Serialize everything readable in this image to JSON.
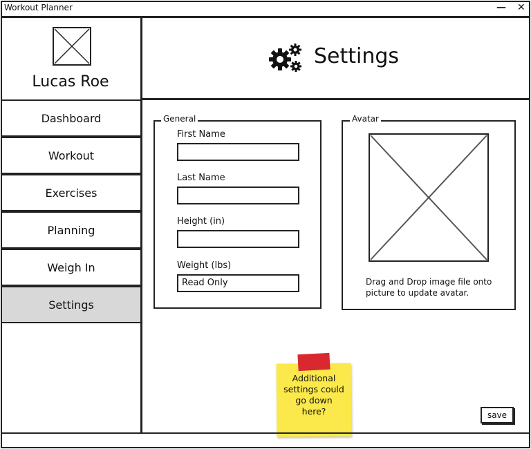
{
  "window": {
    "title": "Workout Planner",
    "minimize_icon": "minimize-icon",
    "close_icon": "close-icon"
  },
  "profile": {
    "name": "Lucas Roe",
    "avatar_icon": "image-placeholder-icon"
  },
  "nav": {
    "items": [
      {
        "label": "Dashboard"
      },
      {
        "label": "Workout"
      },
      {
        "label": "Exercises"
      },
      {
        "label": "Planning"
      },
      {
        "label": "Weigh In"
      },
      {
        "label": "Settings",
        "active": true
      }
    ]
  },
  "header": {
    "title": "Settings",
    "icon": "gears-icon"
  },
  "general": {
    "legend": "General",
    "first_name_label": "First Name",
    "first_name_value": "",
    "last_name_label": "Last Name",
    "last_name_value": "",
    "height_label": "Height (in)",
    "height_value": "",
    "weight_label": "Weight (lbs)",
    "weight_value": "Read Only"
  },
  "avatar": {
    "legend": "Avatar",
    "hint": "Drag and Drop image file onto picture to update avatar."
  },
  "sticky_note": {
    "text": "Additional settings could go down here?",
    "color": "#fbe84a",
    "tape_color": "#d9282f"
  },
  "save_button": {
    "label": "save"
  }
}
